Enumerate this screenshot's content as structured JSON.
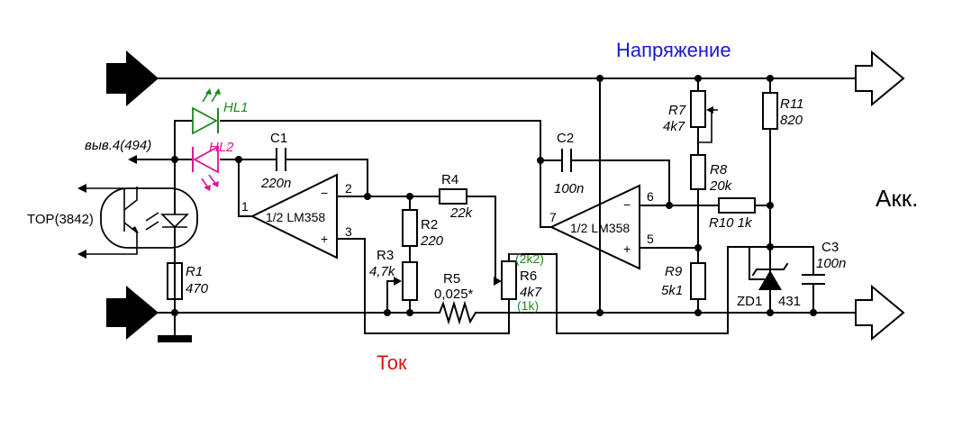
{
  "labels": {
    "voltage": "Напряжение",
    "current": "Ток",
    "battery": "Акк.",
    "pin4": "выв.4(494)",
    "top": "TOP(3842)"
  },
  "components": {
    "hl1": "HL1",
    "hl2": "HL2",
    "c1": "C1",
    "c1_val": "220n",
    "c2": "C2",
    "c2_val": "100n",
    "c3": "C3",
    "c3_val": "100n",
    "r1": "R1",
    "r1_val": "470",
    "r2": "R2",
    "r2_val": "220",
    "r3": "R3",
    "r3_val": "4,7k",
    "r4": "R4",
    "r4_val": "22k",
    "r5": "R5",
    "r5_val": "0,025*",
    "r6": "R6",
    "r6_val": "4k7",
    "r6_alt1": "(2k2)",
    "r6_alt2": "(1k)",
    "r7": "R7",
    "r7_val": "4k7",
    "r8": "R8",
    "r8_val": "20k",
    "r9": "R9",
    "r9_val": "5k1",
    "r10": "R10 1k",
    "r11": "R11",
    "r11_val": "820",
    "zd1": "ZD1",
    "zd1_val": "431",
    "u1": "1/2 LM358",
    "u2": "1/2 LM358"
  },
  "pins": {
    "u1_out": "1",
    "u1_inv": "2",
    "u1_noninv": "3",
    "u2_out": "7",
    "u2_inv": "6",
    "u2_noninv": "5",
    "minus": "−",
    "plus": "+"
  },
  "colors": {
    "voltage_label": "#1a1ad0",
    "current_label": "#e01010",
    "hl1": "#1a8a1a",
    "hl2": "#e0109a",
    "r6_alt": "#1a8a1a"
  }
}
